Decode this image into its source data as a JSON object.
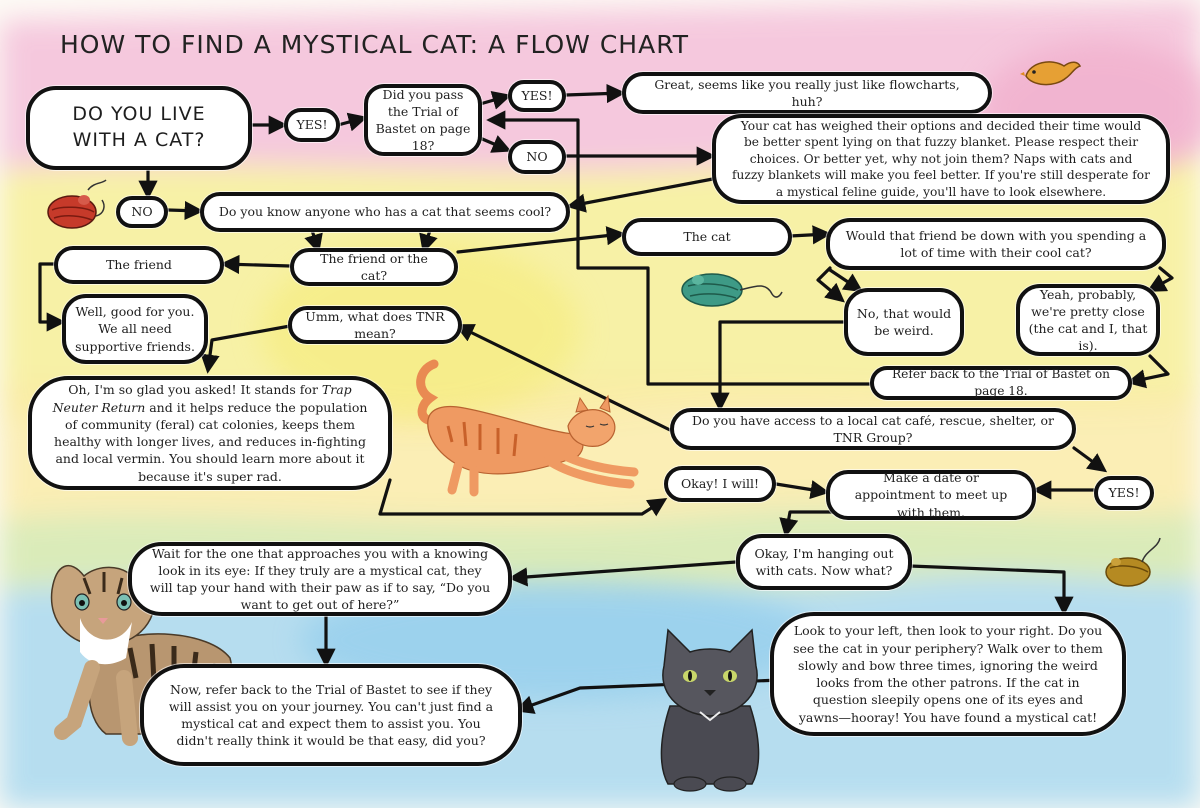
{
  "title": "HOW TO FIND A MYSTICAL CAT: A FLOW CHART",
  "nodes": {
    "live_with_cat": "DO YOU LIVE WITH A CAT?",
    "yes_1": "YES!",
    "trial_pass": "Did you pass the Trial of Bastet on page 18?",
    "yes_2": "YES!",
    "flowcharts": "Great, seems like you really just like flowcharts, huh?",
    "no_1": "NO",
    "fuzzy_blanket": "Your cat has weighed their options and decided their time would be better spent lying on that fuzzy blanket. Please respect their choices. Or better yet, why not join them? Naps with cats and fuzzy blankets will make you feel better. If you're still desperate for a mystical feline guide, you'll have to look elsewhere.",
    "no_2": "NO",
    "know_anyone": "Do you know anyone who has a cat that seems cool?",
    "the_cat": "The cat",
    "friend_down": "Would that friend be down with you spending a lot of time with their cool cat?",
    "the_friend": "The friend",
    "friend_or_cat": "The friend or the cat?",
    "good_for_you": "Well, good for you. We all need supportive friends.",
    "tnr_mean": "Umm, what does TNR mean?",
    "no_weird": "No, that would be weird.",
    "pretty_close": "Yeah, probably, we're pretty close (the cat and I, that is).",
    "refer_trial": "Refer back to the Trial of Bastet on page 18.",
    "tnr_explain_1": "Oh, I'm so glad you asked! It stands for ",
    "tnr_explain_em": "Trap Neuter Return",
    "tnr_explain_2": " and it helps reduce the population of community (feral) cat colonies, keeps them healthy with longer lives, and reduces in-fighting and local vermin. You should learn more about it because it's super rad.",
    "local_access": "Do you have access to a local cat café, rescue, shelter, or TNR Group?",
    "okay_will": "Okay! I will!",
    "make_date": "Make a date or appointment to meet up with them.",
    "yes_3": "YES!",
    "hanging_out": "Okay, I'm hanging out with cats. Now what?",
    "knowing_look": "Wait for the one that approaches you with a knowing look in its eye: If they truly are a mystical cat, they will tap your hand with their paw as if to say, “Do you want to get out of here?”",
    "look_left": "Look to your left, then look to your right. Do you see the cat in your periphery? Walk over to them slowly and bow three times, ignoring the weird looks from the other patrons. If the cat in question sleepily opens one of its eyes and yawns—hooray! You have found a mystical cat!",
    "refer_assist": "Now, refer back to the Trial of Bastet to see if they will assist you on your journey. You can't just find a mystical cat and expect them to assist you. You didn't really think it would be that easy, did you?"
  },
  "colors": {
    "ink": "#111111",
    "pink_wash": "#f3b8d6",
    "yellow_wash": "#f6ee8c",
    "blue_wash": "#9fd4ee",
    "green_wash": "#cfe6a6",
    "orange_cat": "#e98a52",
    "grey_cat": "#4a4a52",
    "tabby_cat": "#a98b6a"
  },
  "decorations": [
    "red-toy-mouse-icon",
    "teal-toy-mouse-icon",
    "gold-toy-mouse-icon",
    "orange-bird-icon",
    "orange-stretching-cat",
    "tabby-cat",
    "black-cat"
  ]
}
